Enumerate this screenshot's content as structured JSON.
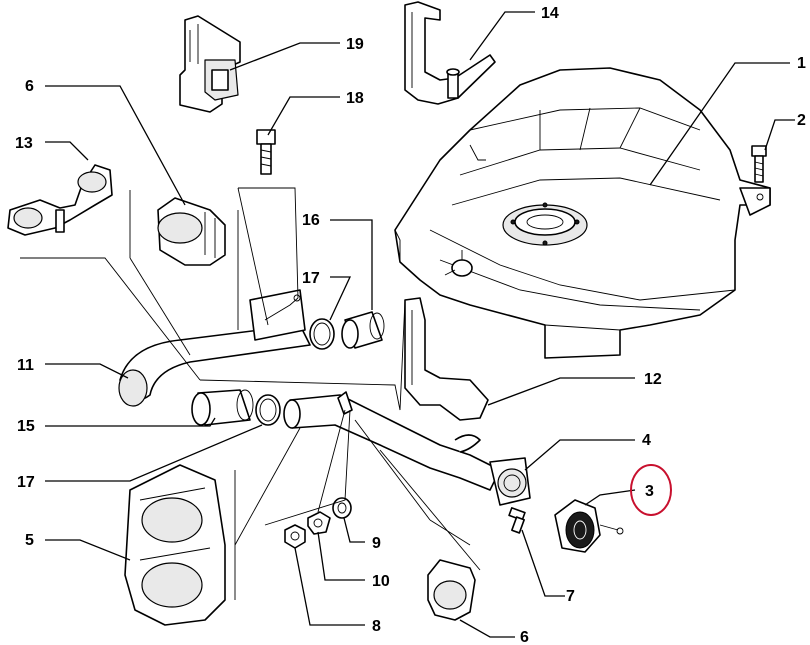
{
  "diagram": {
    "callouts": [
      {
        "id": "1",
        "label": "1"
      },
      {
        "id": "2",
        "label": "2"
      },
      {
        "id": "3",
        "label": "3"
      },
      {
        "id": "4",
        "label": "4"
      },
      {
        "id": "5",
        "label": "5"
      },
      {
        "id": "6a",
        "label": "6"
      },
      {
        "id": "6b",
        "label": "6"
      },
      {
        "id": "7",
        "label": "7"
      },
      {
        "id": "8",
        "label": "8"
      },
      {
        "id": "9",
        "label": "9"
      },
      {
        "id": "10",
        "label": "10"
      },
      {
        "id": "11",
        "label": "11"
      },
      {
        "id": "12",
        "label": "12"
      },
      {
        "id": "13",
        "label": "13"
      },
      {
        "id": "14",
        "label": "14"
      },
      {
        "id": "15",
        "label": "15"
      },
      {
        "id": "16",
        "label": "16"
      },
      {
        "id": "17a",
        "label": "17"
      },
      {
        "id": "17b",
        "label": "17"
      },
      {
        "id": "18",
        "label": "18"
      },
      {
        "id": "19",
        "label": "19"
      }
    ],
    "highlight_color": "#c8102e",
    "highlighted_callout": "3"
  }
}
